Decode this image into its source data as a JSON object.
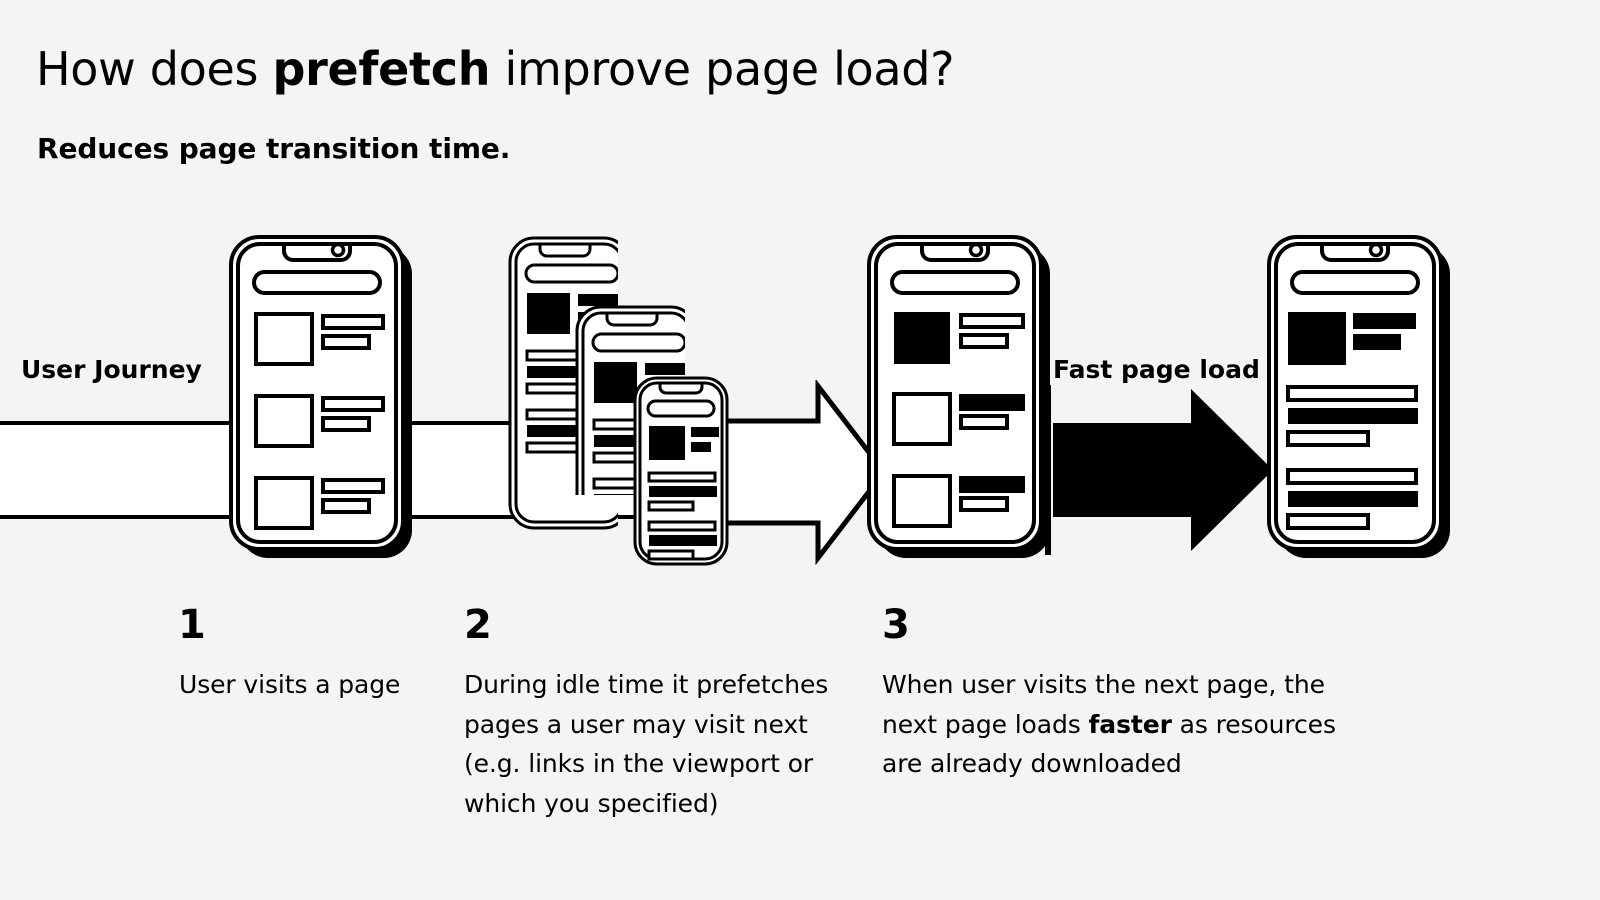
{
  "page": {
    "background_color": "#f4f4f4",
    "ink_color": "#000000",
    "panel_color": "#ffffff"
  },
  "header": {
    "title_prefix": "How does ",
    "title_emphasis": "prefetch",
    "title_suffix": " improve page load?",
    "subtitle": "Reduces page transition time."
  },
  "flow": {
    "journey_label": "User Journey",
    "fast_label": "Fast page load",
    "arrows": [
      {
        "name": "user-journey-arrow",
        "style": "outline",
        "direction": "right"
      },
      {
        "name": "fast-page-load-arrow",
        "style": "filled",
        "direction": "right"
      }
    ]
  },
  "steps": [
    {
      "number": "1",
      "text": "User visits a page"
    },
    {
      "number": "2",
      "text": "During idle time it prefetches pages a user may visit next (e.g. links in the viewport or which you specified)"
    },
    {
      "number": "3",
      "text_before": "When user visits the next page, the next page loads ",
      "text_emphasis": "faster",
      "text_after": " as resources are already downloaded"
    }
  ],
  "phones": [
    {
      "name": "phone-initial-page",
      "caption_ref": "1",
      "notch": true,
      "camera_dot": true,
      "search_bar": true,
      "rows": [
        {
          "thumb": "outline",
          "lines": [
            "outline-wide",
            "outline-narrow"
          ]
        },
        {
          "thumb": "outline",
          "lines": [
            "outline-wide",
            "outline-narrow"
          ]
        },
        {
          "thumb": "outline",
          "lines": [
            "outline-wide",
            "outline-narrow"
          ]
        }
      ]
    },
    {
      "name": "phone-prefetched-a",
      "caption_ref": "2",
      "notch": true,
      "camera_dot": false,
      "search_bar": true,
      "article": {
        "hero_thumb": "filled",
        "hero_lines": [
          "filled-wide",
          "filled-narrow"
        ],
        "paragraphs": [
          [
            "outline-wide",
            "filled-wide",
            "outline-wide"
          ],
          [
            "outline-wide",
            "filled-wide",
            "outline-wide"
          ]
        ]
      }
    },
    {
      "name": "phone-prefetched-b",
      "caption_ref": "2",
      "notch": true,
      "camera_dot": false,
      "search_bar": true,
      "article": {
        "hero_thumb": "filled",
        "hero_lines": [
          "filled-wide",
          "filled-narrow"
        ],
        "paragraphs": [
          [
            "outline-wide",
            "filled-wide",
            "outline-wide"
          ],
          [
            "outline-wide",
            "filled-wide",
            "outline-wide"
          ]
        ]
      }
    },
    {
      "name": "phone-prefetched-c",
      "caption_ref": "2",
      "notch": true,
      "camera_dot": false,
      "search_bar": true,
      "article": {
        "hero_thumb": "filled",
        "hero_lines": [
          "filled-wide",
          "filled-narrow"
        ],
        "paragraphs": [
          [
            "outline-wide",
            "filled-wide",
            "outline-narrow"
          ],
          [
            "outline-wide",
            "filled-wide",
            "outline-narrow"
          ]
        ]
      }
    },
    {
      "name": "phone-next-page-list",
      "caption_ref": "3",
      "notch": true,
      "camera_dot": true,
      "search_bar": true,
      "rows": [
        {
          "thumb": "filled",
          "lines": [
            "outline-wide",
            "outline-narrow"
          ]
        },
        {
          "thumb": "outline",
          "lines": [
            "filled-wide",
            "outline-narrow"
          ]
        },
        {
          "thumb": "outline",
          "lines": [
            "filled-wide",
            "outline-narrow"
          ]
        }
      ]
    },
    {
      "name": "phone-fast-loaded-article",
      "caption_ref": "3",
      "notch": true,
      "camera_dot": true,
      "search_bar": true,
      "article": {
        "hero_thumb": "filled",
        "hero_lines": [
          "filled-wide",
          "filled-narrow"
        ],
        "paragraphs": [
          [
            "outline-wide",
            "filled-wide",
            "outline-narrow"
          ],
          [
            "outline-wide",
            "filled-wide",
            "outline-narrow"
          ]
        ]
      }
    }
  ]
}
